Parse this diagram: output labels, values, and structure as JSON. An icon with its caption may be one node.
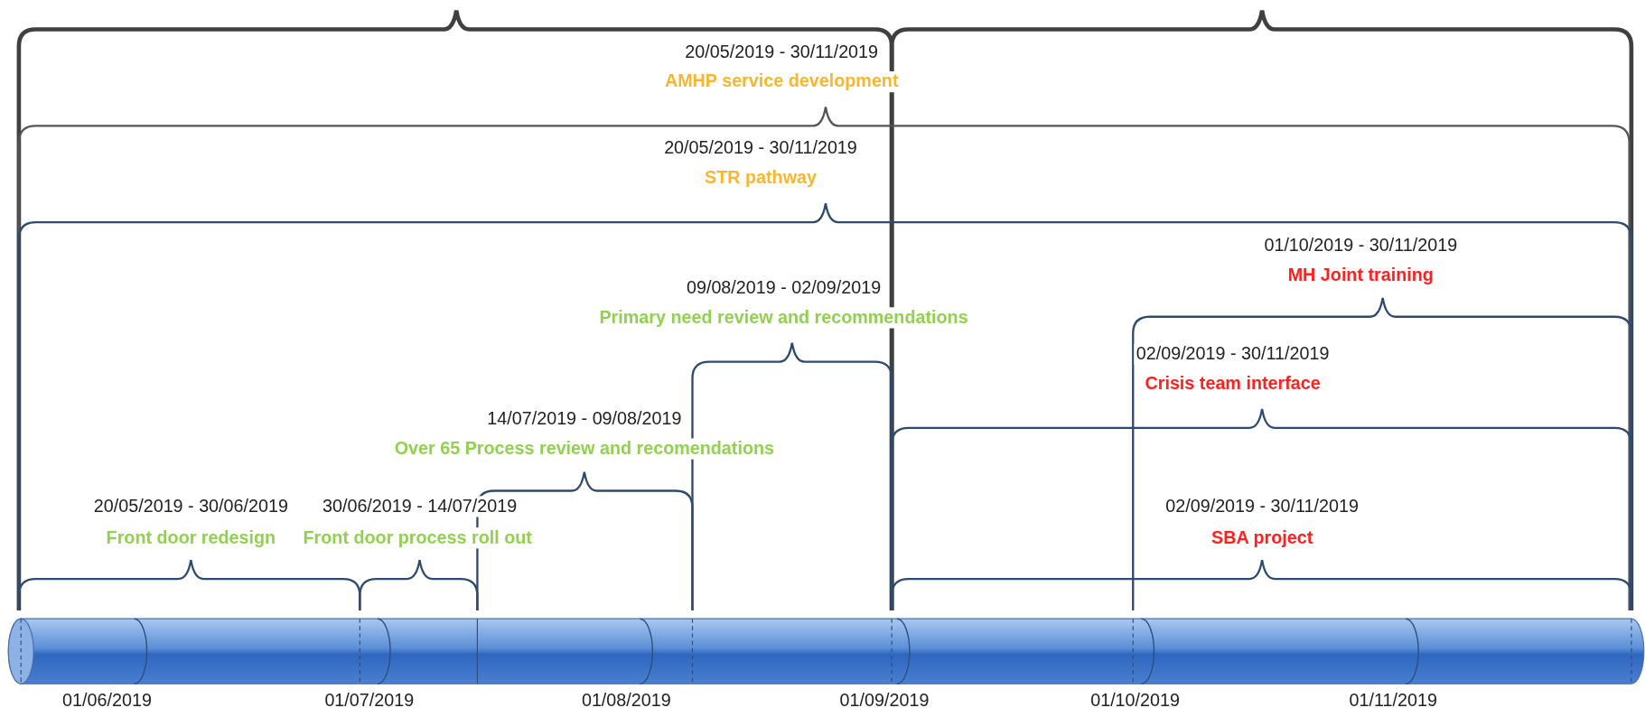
{
  "diagram": {
    "labels": [
      "20/05/2019 - 30/11/2019",
      "AMHP service development",
      "20/05/2019 - 30/11/2019",
      "STR pathway",
      "01/10/2019 - 30/11/2019",
      "MH Joint training",
      "09/08/2019 - 02/09/2019",
      "Primary need review and recommendations",
      "02/09/2019 - 30/11/2019",
      "Crisis team interface",
      "14/07/2019 - 09/08/2019",
      "Over 65 Process review and recomendations",
      "20/05/2019 - 30/06/2019",
      "30/06/2019 - 14/07/2019",
      "02/09/2019 - 30/11/2019",
      "Front door redesign",
      "Front door process roll out",
      "SBA project",
      "01/06/2019",
      "01/07/2019",
      "01/08/2019",
      "01/09/2019",
      "01/10/2019",
      "01/11/2019"
    ]
  }
}
